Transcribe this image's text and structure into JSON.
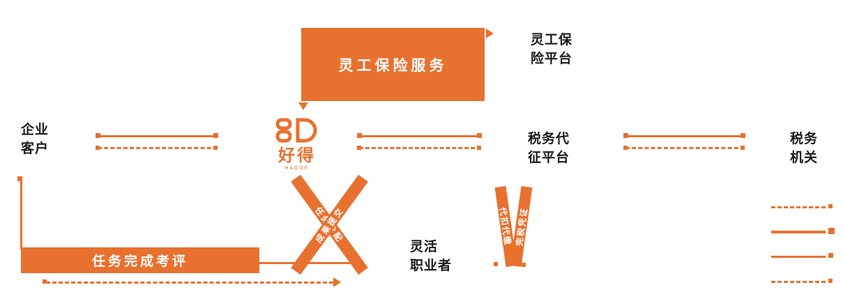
{
  "palette": {
    "orange": "#E8712F",
    "text": "#1A1A1A",
    "white": "#FFFFFF"
  },
  "banner": {
    "label": "灵工保险服务"
  },
  "nodes": {
    "enterprise": {
      "line1": "企业",
      "line2": "客户"
    },
    "insurance": {
      "line1": "灵工保",
      "line2": "险平台"
    },
    "tax_agent": {
      "line1": "税务代",
      "line2": "征平台"
    },
    "tax_authority": {
      "line1": "税务",
      "line2": "机关"
    },
    "worker": {
      "line1": "灵活",
      "line2": "职业者"
    }
  },
  "logo": {
    "name": "好得",
    "subtext": "HAODE"
  },
  "flows": {
    "bottom_bar": "任务完成考评",
    "task_assign": "任务分配",
    "task_submit": "成果提交",
    "tax_withhold": "代扣代缴",
    "tax_receipt": "完税凭证"
  },
  "legend": {
    "styles": [
      "dash",
      "solid-thick",
      "solid",
      "dash"
    ]
  }
}
